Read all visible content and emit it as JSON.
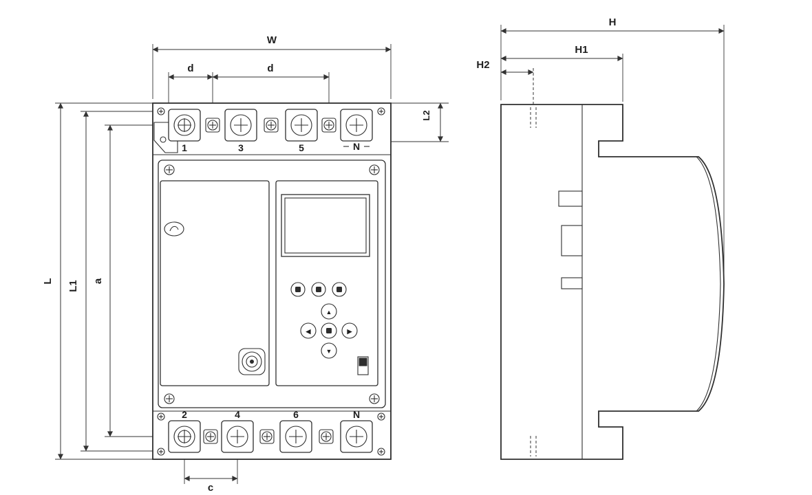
{
  "front_view": {
    "dim_labels": {
      "W": "W",
      "d1": "d",
      "d2": "d",
      "L2": "L2",
      "L": "L",
      "L1": "L1",
      "a": "a",
      "c": "c"
    },
    "top_terminals": [
      "1",
      "3",
      "5",
      "N"
    ],
    "bottom_terminals": [
      "2",
      "4",
      "6",
      "N"
    ],
    "keypad": {
      "up": "▲",
      "down": "▼",
      "left": "◀",
      "right": "▶"
    }
  },
  "side_view": {
    "dim_labels": {
      "H": "H",
      "H1": "H1",
      "H2": "H2"
    }
  }
}
